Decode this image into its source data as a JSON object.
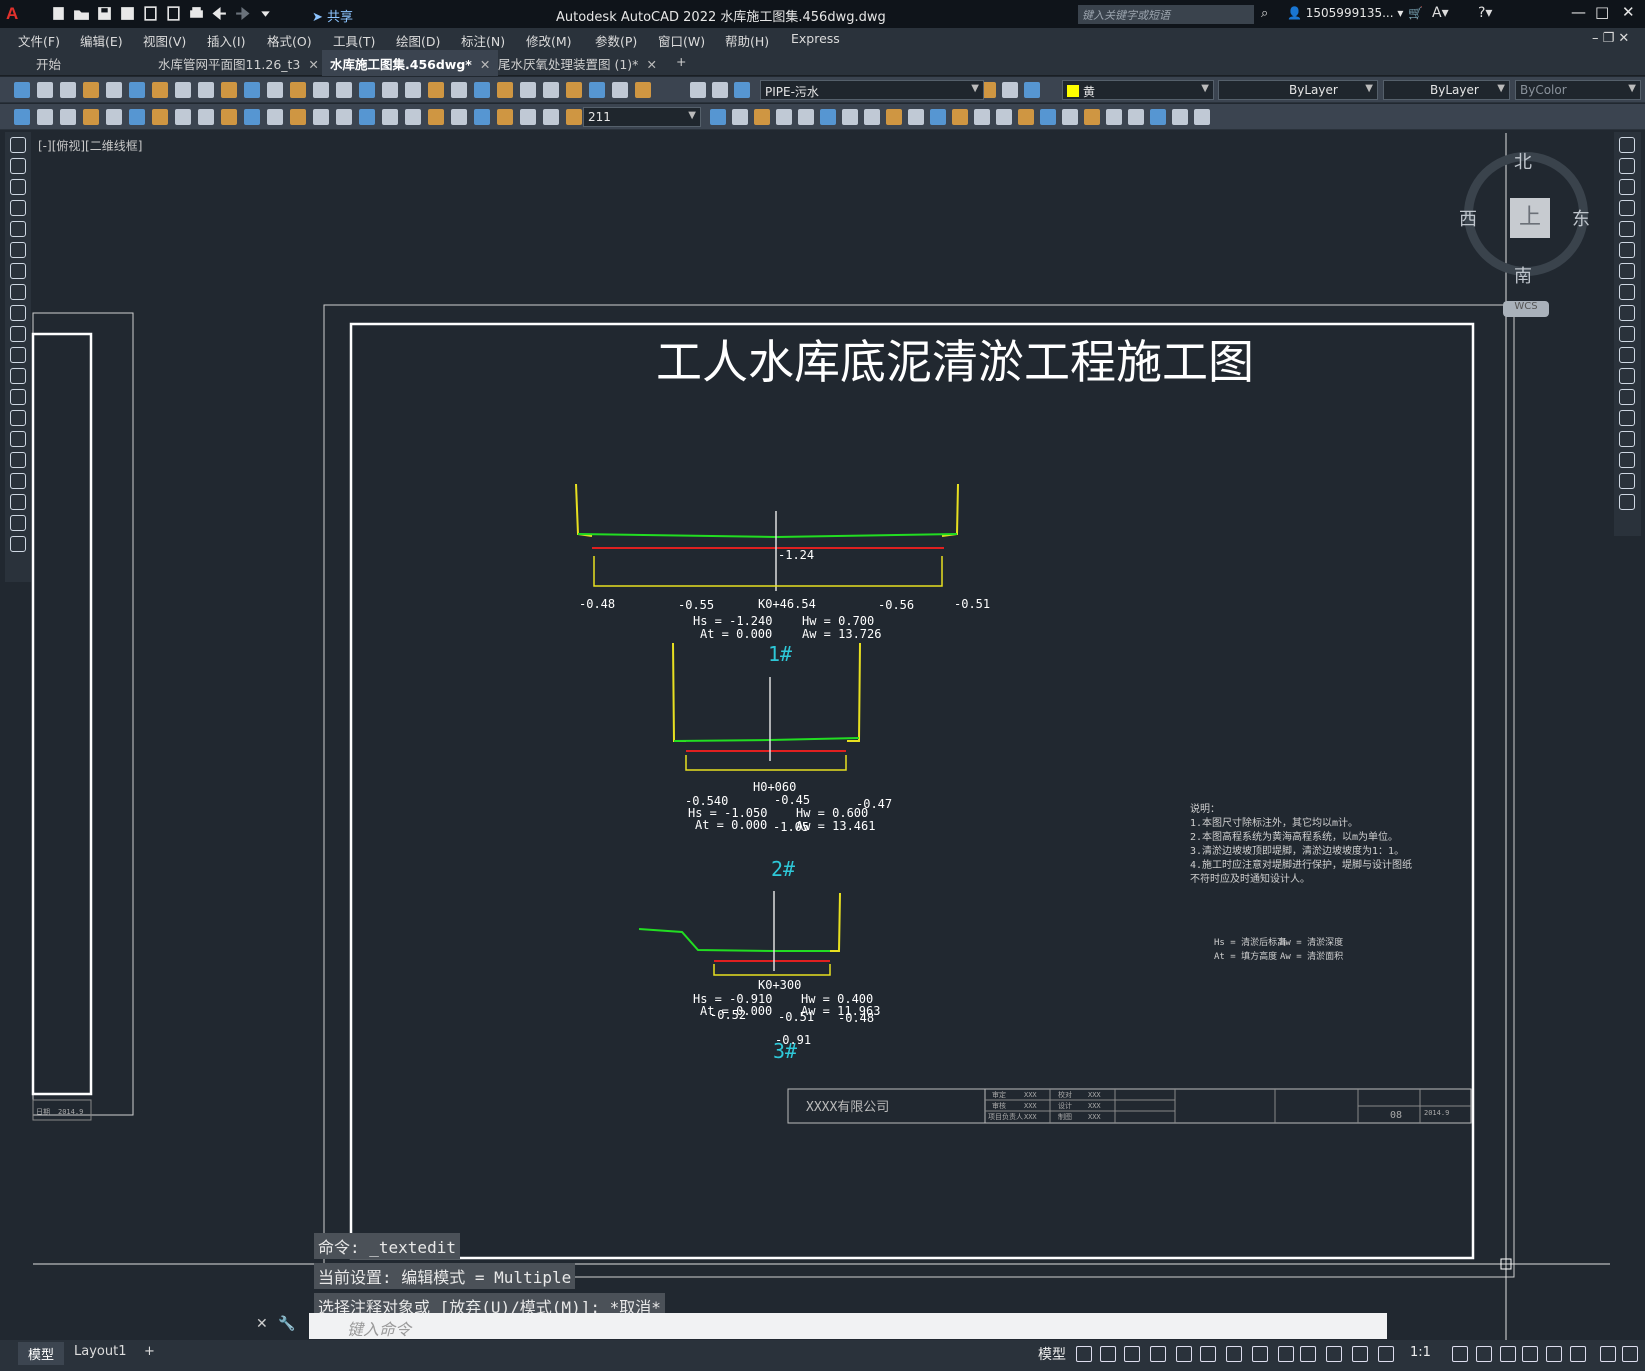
{
  "app": {
    "logo": "A",
    "share_label": "共享",
    "window_title": "Autodesk AutoCAD 2022    水库施工图集.456dwg.dwg",
    "search_placeholder": "键入关键字或短语",
    "user": "1505999135...",
    "min": "—",
    "max": "□",
    "close": "✕"
  },
  "menu": [
    "文件(F)",
    "编辑(E)",
    "视图(V)",
    "插入(I)",
    "格式(O)",
    "工具(T)",
    "绘图(D)",
    "标注(N)",
    "修改(M)",
    "参数(P)",
    "窗口(W)",
    "帮助(H)",
    "Express"
  ],
  "tabs": [
    {
      "label": "开始",
      "active": false,
      "closable": false
    },
    {
      "label": "水库管网平面图11.26_t3",
      "active": false,
      "closable": true
    },
    {
      "label": "水库施工图集.456dwg*",
      "active": true,
      "closable": true
    },
    {
      "label": "尾水厌氧处理装置图 (1)*",
      "active": false,
      "closable": true
    }
  ],
  "add_tab": "+",
  "toolbar": {
    "layer": "PIPE-污水",
    "color": "黄",
    "linetype": "ByLayer",
    "lineweight": "ByLayer",
    "plotstyle": "ByColor",
    "dimscale": "211"
  },
  "viewport_label": "[-][俯视][二维线框]",
  "viewcube": {
    "top": "上",
    "north": "北",
    "south": "南",
    "east": "东",
    "west": "西",
    "wcs": "WCS"
  },
  "drawing": {
    "title": "工人水库底泥清淤工程施工图",
    "section1": {
      "center_label": "-1.24",
      "station": "K0+46.54",
      "left_vals": [
        "-0.48",
        "-0.55"
      ],
      "right_vals": [
        "-0.56",
        "-0.51"
      ],
      "hs": "Hs = -1.240",
      "at": "At = 0.000",
      "hw": "Hw = 0.700",
      "aw": "Aw = 13.726",
      "name": "1#"
    },
    "section2": {
      "station": "H0+060",
      "v1": "-0.540",
      "v2": "-0.45",
      "v3": "-0.47",
      "v4": "-1.05",
      "hs": "Hs = -1.050",
      "at": "At = 0.000",
      "hw": "Hw = 0.600",
      "aw": "Aw = 13.461",
      "name": "2#"
    },
    "section3": {
      "station": "K0+300",
      "v1": "-0.52",
      "v2": "-0.51",
      "v3": "-0.48",
      "v4": "-0.91",
      "hs": "Hs = -0.910",
      "at": "At = 0.000",
      "hw": "Hw = 0.400",
      "aw": "Aw = 11.963",
      "name": "3#"
    },
    "notes": [
      "说明：",
      "1.本图尺寸除标注外，其它均以m计。",
      "2.本图高程系统为黄海高程系统，以m为单位。",
      "3.清淤边坡坡顶即堤脚，清淤边坡坡度为1：1。",
      "4.施工时应注意对堤脚进行保护，堤脚与设计图纸",
      "不符时应及时通知设计人。"
    ],
    "legend": [
      "Hs = 清淤后标高",
      "Hw = 清淤深度",
      "At = 填方高度",
      "Aw = 清淤面积"
    ],
    "company": "XXXX有限公司",
    "tb_cells": [
      "审定",
      "XXX",
      "校对",
      "XXX",
      "审核",
      "XXX",
      "设计",
      "XXX",
      "项目负责人",
      "XXX",
      "制图",
      "XXX"
    ],
    "tb_date": "2014.9",
    "tb_sheet": "08",
    "left_tb": [
      "日期",
      "2014.9"
    ]
  },
  "command": {
    "lines": [
      "命令: _textedit",
      "当前设置: 编辑模式 = Multiple",
      "选择注释对象或 [放弃(U)/模式(M)]: *取消*"
    ],
    "placeholder": "键入命令"
  },
  "status": {
    "tabs": [
      "模型",
      "Layout1"
    ],
    "add": "+",
    "model_label": "模型",
    "scale": "1:1"
  },
  "colors": {
    "cyan": "#2ec8d8",
    "yellow": "#e8e020",
    "green": "#22dd22",
    "red": "#e02020",
    "white": "#ffffff"
  }
}
